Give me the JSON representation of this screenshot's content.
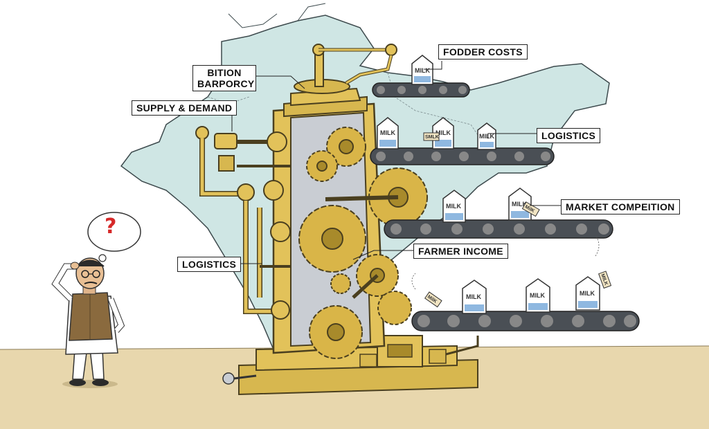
{
  "labels": {
    "fodder_costs": "FODDER COSTS",
    "bition_barporcy_line1": "BITION",
    "bition_barporcy_line2": "BARPORCY",
    "supply_demand": "SUPPLY & DEMAND",
    "logistics_right": "LOGISTICS",
    "market_competition": "MARKET COMPEITION",
    "farmer_income": "FARMER INCOME",
    "logistics_left": "LOGISTICS"
  },
  "carton_text": "MILK",
  "question_mark": "?",
  "tag_texts": [
    "SMLK",
    "MilK",
    "MilK",
    "MILK"
  ],
  "colors": {
    "map_fill": "#cfe6e4",
    "map_outline": "#3d4a4d",
    "ground": "#e8d7ad",
    "machine_gold": "#e2c25a",
    "machine_gold_dark": "#a88a2b",
    "machine_panel": "#c9cdd3",
    "belt": "#4a4f55",
    "vest": "#8a6a3e",
    "question": "#d62828"
  }
}
